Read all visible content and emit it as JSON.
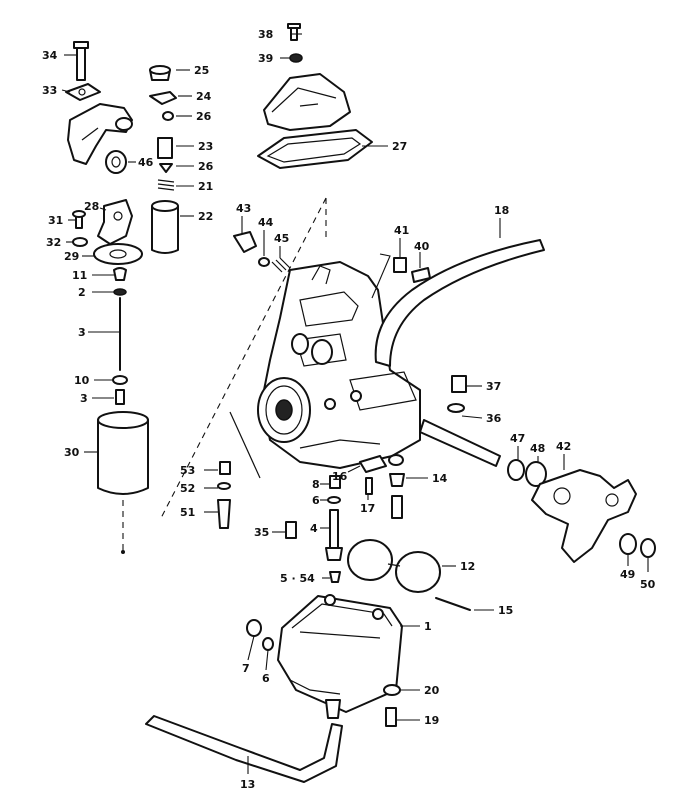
{
  "callouts": [
    {
      "id": "c1",
      "text": "1"
    },
    {
      "id": "c2",
      "text": "2"
    },
    {
      "id": "c3a",
      "text": "3"
    },
    {
      "id": "c3b",
      "text": "3"
    },
    {
      "id": "c4",
      "text": "4"
    },
    {
      "id": "c5",
      "text": "5 · 54"
    },
    {
      "id": "c6a",
      "text": "6"
    },
    {
      "id": "c6b",
      "text": "6"
    },
    {
      "id": "c7",
      "text": "7"
    },
    {
      "id": "c8",
      "text": "8"
    },
    {
      "id": "c10",
      "text": "10"
    },
    {
      "id": "c11",
      "text": "11"
    },
    {
      "id": "c12",
      "text": "12"
    },
    {
      "id": "c13",
      "text": "13"
    },
    {
      "id": "c14",
      "text": "14"
    },
    {
      "id": "c15",
      "text": "15"
    },
    {
      "id": "c16",
      "text": "16"
    },
    {
      "id": "c17",
      "text": "17"
    },
    {
      "id": "c18",
      "text": "18"
    },
    {
      "id": "c19",
      "text": "19"
    },
    {
      "id": "c20",
      "text": "20"
    },
    {
      "id": "c21",
      "text": "21"
    },
    {
      "id": "c22",
      "text": "22"
    },
    {
      "id": "c23",
      "text": "23"
    },
    {
      "id": "c24",
      "text": "24"
    },
    {
      "id": "c25",
      "text": "25"
    },
    {
      "id": "c26a",
      "text": "26"
    },
    {
      "id": "c26b",
      "text": "26"
    },
    {
      "id": "c27",
      "text": "27"
    },
    {
      "id": "c28",
      "text": "28"
    },
    {
      "id": "c29",
      "text": "29"
    },
    {
      "id": "c30",
      "text": "30"
    },
    {
      "id": "c31",
      "text": "31"
    },
    {
      "id": "c32",
      "text": "32"
    },
    {
      "id": "c33",
      "text": "33"
    },
    {
      "id": "c34",
      "text": "34"
    },
    {
      "id": "c35",
      "text": "35"
    },
    {
      "id": "c36",
      "text": "36"
    },
    {
      "id": "c37",
      "text": "37"
    },
    {
      "id": "c38",
      "text": "38"
    },
    {
      "id": "c39",
      "text": "39"
    },
    {
      "id": "c40",
      "text": "40"
    },
    {
      "id": "c41",
      "text": "41"
    },
    {
      "id": "c42",
      "text": "42"
    },
    {
      "id": "c43",
      "text": "43"
    },
    {
      "id": "c44",
      "text": "44"
    },
    {
      "id": "c45",
      "text": "45"
    },
    {
      "id": "c46",
      "text": "46"
    },
    {
      "id": "c47",
      "text": "47"
    },
    {
      "id": "c48",
      "text": "48"
    },
    {
      "id": "c49",
      "text": "49"
    },
    {
      "id": "c50",
      "text": "50"
    },
    {
      "id": "c51",
      "text": "51"
    },
    {
      "id": "c52",
      "text": "52"
    },
    {
      "id": "c53",
      "text": "53"
    }
  ]
}
